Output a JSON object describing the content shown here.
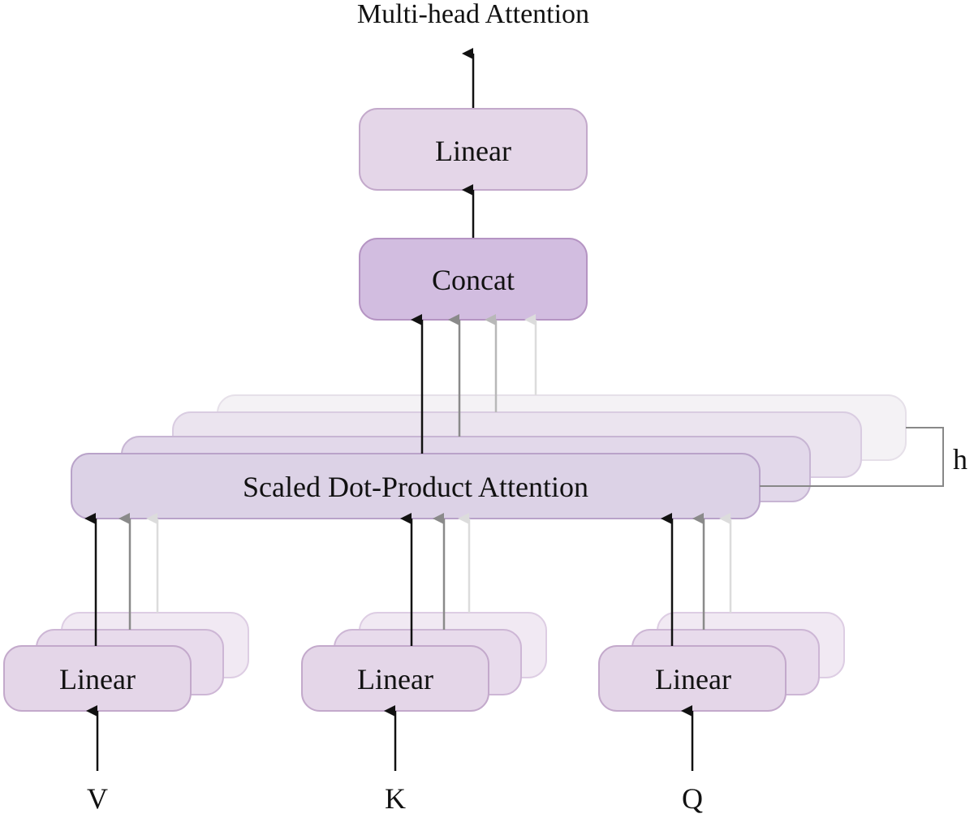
{
  "title": "Multi-head Attention",
  "blocks": {
    "linear_out": "Linear",
    "concat": "Concat",
    "attention": "Scaled Dot-Product Attention",
    "linear_v": "Linear",
    "linear_k": "Linear",
    "linear_q": "Linear"
  },
  "inputs": {
    "v": "V",
    "k": "K",
    "q": "Q"
  },
  "heads_label": "h",
  "colors": {
    "linear_fill": "#e4d6e8",
    "linear_stroke": "#c3a9cb",
    "concat_fill": "#d2bde0",
    "concat_stroke": "#b594c3",
    "attention_fill": "#dcd2e6",
    "attention_stroke": "#b9a3c9",
    "arrow": "#111111"
  }
}
